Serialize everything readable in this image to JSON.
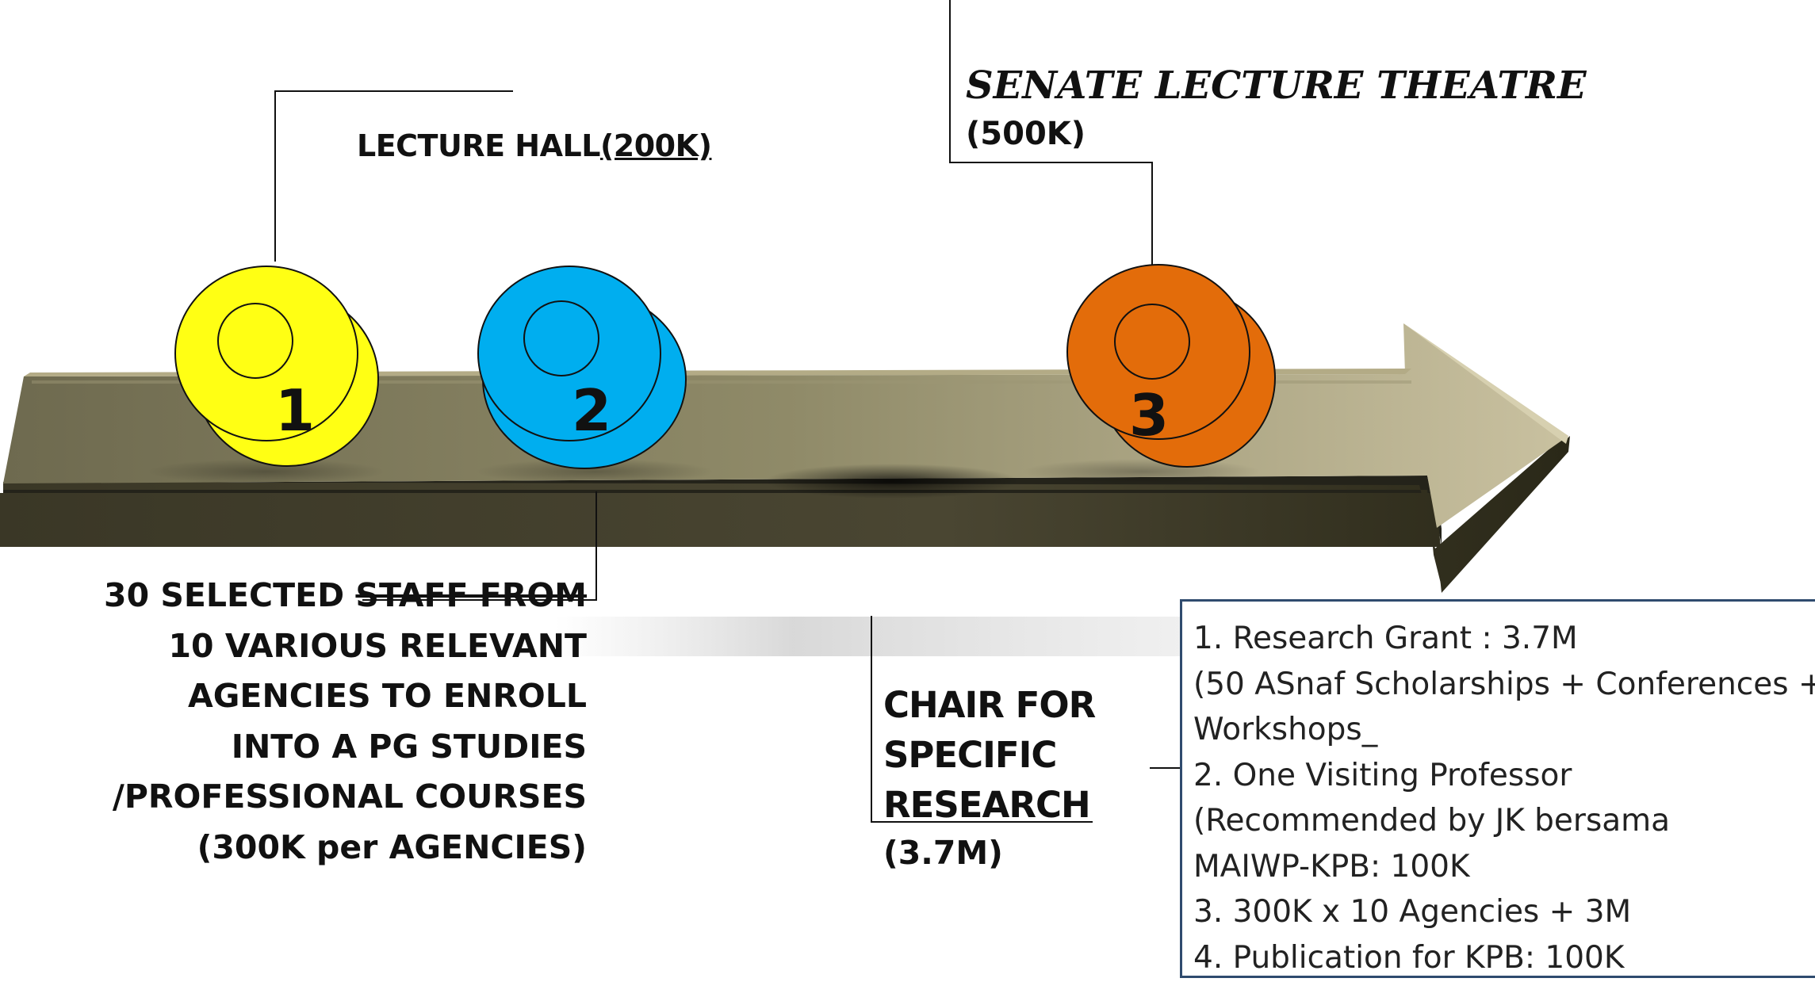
{
  "milestones": [
    {
      "number": "1",
      "color": "#ffff14"
    },
    {
      "number": "2",
      "color": "#00aeef"
    },
    {
      "number": "3",
      "color": "#e36c0a"
    }
  ],
  "labels": {
    "lecture_hall": "LECTURE HALL",
    "lecture_hall_amount": "(200K)",
    "senate_title": "SENATE LECTURE THEATRE",
    "senate_amount": "(500K)",
    "staff_lines": [
      "30 SELECTED STAFF FROM",
      "10 VARIOUS RELEVANT",
      "AGENCIES TO ENROLL",
      "INTO A PG STUDIES",
      "/PROFESSIONAL COURSES",
      "(300K per AGENCIES)"
    ],
    "staff_line1_plain": "30 SELECTED ",
    "staff_line1_struck": "STAFF FROM",
    "chair_lines": [
      "CHAIR FOR",
      "SPECIFIC",
      "RESEARCH"
    ],
    "chair_amount": "(3.7M)"
  },
  "details_box": {
    "lines": [
      "1.   Research Grant : 3.7M",
      "(50 ASnaf Scholarships + Conferences +",
      "Workshops_",
      "2. One Visiting Professor",
      "(Recommended by JK bersama",
      "MAIWP-KPB: 100K",
      "3. 300K x 10 Agencies + 3M",
      "4. Publication for KPB: 100K"
    ]
  },
  "colors": {
    "arrow_face": "#a8a07a",
    "arrow_side": "#3b3828",
    "outline": "#111111",
    "box_border": "#2f4b6e"
  }
}
